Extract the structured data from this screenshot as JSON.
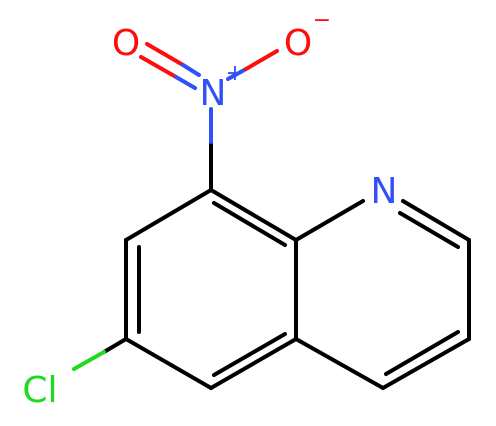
{
  "molecule": {
    "atoms": {
      "oxygen_left": {
        "symbol": "O",
        "color": "#ff0d0d"
      },
      "oxygen_right": {
        "symbol": "O",
        "color": "#ff0d0d",
        "charge": "−"
      },
      "nitrogen_nitro": {
        "symbol": "N",
        "color": "#3050f8",
        "charge": "+"
      },
      "nitrogen_ring": {
        "symbol": "N",
        "color": "#3050f8"
      },
      "chlorine": {
        "symbol": "Cl",
        "color": "#1fdb1f"
      }
    },
    "bond_color": "#000000"
  }
}
